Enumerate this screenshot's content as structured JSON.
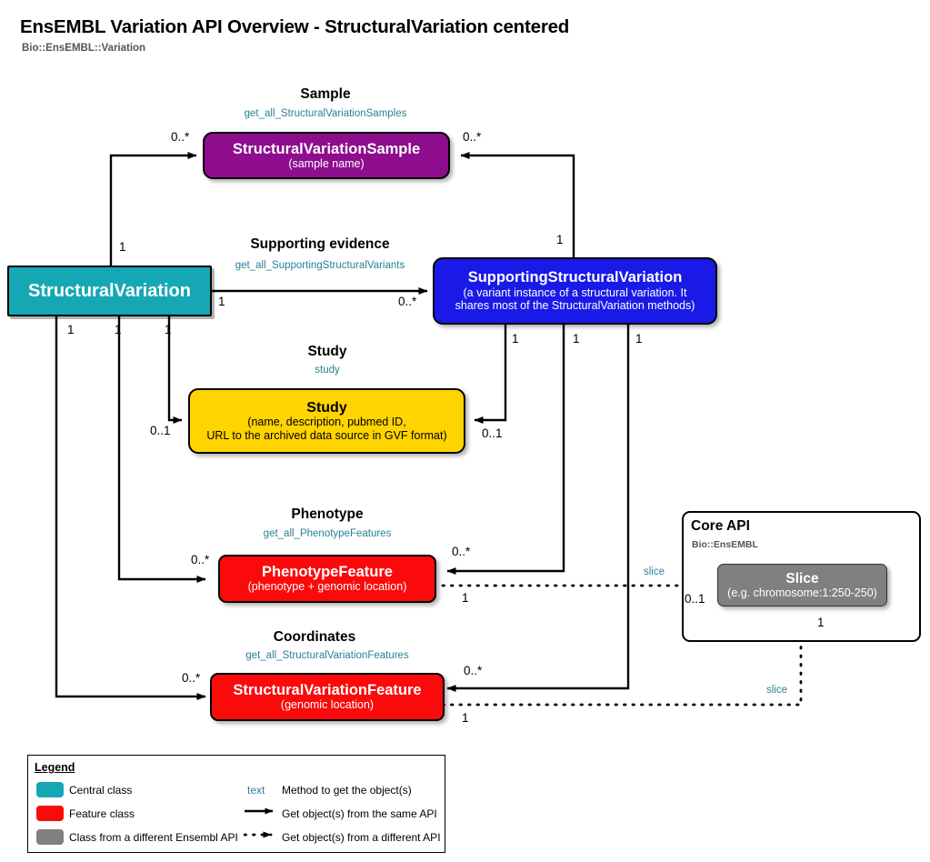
{
  "header": {
    "title": "EnsEMBL Variation API Overview - StructuralVariation centered",
    "subtitle": "Bio::EnsEMBL::Variation"
  },
  "sections": [
    {
      "id": "sample",
      "title": "Sample",
      "method": "get_all_StructuralVariationSamples"
    },
    {
      "id": "supporting",
      "title": "Supporting evidence",
      "method": "get_all_SupportingStructuralVariants"
    },
    {
      "id": "study",
      "title": "Study",
      "method": "study"
    },
    {
      "id": "phenotype",
      "title": "Phenotype",
      "method": "get_all_PhenotypeFeatures"
    },
    {
      "id": "coordinates",
      "title": "Coordinates",
      "method": "get_all_StructuralVariationFeatures"
    }
  ],
  "nodes": {
    "structural_variation": {
      "name": "StructuralVariation",
      "detail": ""
    },
    "structural_variation_sample": {
      "name": "StructuralVariationSample",
      "detail": "(sample name)"
    },
    "supporting_structural_variation": {
      "name": "SupportingStructuralVariation",
      "detail_line1": "(a variant instance of a structural variation. It",
      "detail_line2": "shares most of the StructuralVariation methods)"
    },
    "study": {
      "name": "Study",
      "detail_line1": "(name, description, pubmed ID,",
      "detail_line2": "URL to the archived data source in GVF format)"
    },
    "phenotype_feature": {
      "name": "PhenotypeFeature",
      "detail": "(phenotype + genomic location)"
    },
    "structural_variation_feature": {
      "name": "StructuralVariationFeature",
      "detail": "(genomic location)"
    },
    "slice": {
      "name": "Slice",
      "detail": "(e.g. chromosome:1:250-250)"
    }
  },
  "core_api": {
    "title": "Core API",
    "subtitle": "Bio::EnsEMBL"
  },
  "cardinalities": {
    "sv_to_sample_target": "0..*",
    "sv_to_sample_source": "1",
    "ssv_to_sample_target": "0..*",
    "ssv_to_sample_source": "1",
    "sv_to_ssv_source": "1",
    "sv_to_ssv_target": "0..*",
    "sv_to_study_source": "1",
    "sv_to_study_target": "0..1",
    "ssv_to_study_source": "1",
    "ssv_to_study_target": "0..1",
    "sv_to_pf_source": "1",
    "sv_to_pf_target": "0..*",
    "ssv_to_pf_source": "1",
    "ssv_to_pf_target": "0..*",
    "sv_to_svf_source": "1",
    "sv_to_svf_target": "0..*",
    "ssv_to_svf_source": "1",
    "ssv_to_svf_target": "0..*",
    "pf_to_slice_source": "1",
    "pf_to_slice_target": "0..1",
    "svf_to_slice_source": "1",
    "svf_to_slice_target": "1"
  },
  "slice_labels": {
    "phenotype_slice": "slice",
    "coordinates_slice": "slice"
  },
  "legend": {
    "title": "Legend",
    "swatches": [
      {
        "color": "#15A8B4",
        "label": "Central class"
      },
      {
        "color": "#FA0A0A",
        "label": "Feature class"
      },
      {
        "color": "#808080",
        "label": "Class from a different Ensembl API"
      }
    ],
    "symbols": [
      {
        "icon": "text-sample",
        "sample": "text",
        "label": "Method to get the object(s)"
      },
      {
        "icon": "solid-arrow-icon",
        "sample": "",
        "label": "Get object(s) from the same API"
      },
      {
        "icon": "dotted-arrow-icon",
        "sample": "",
        "label": "Get object(s) from a different API"
      }
    ]
  },
  "colors": {
    "central": "#15A8B4",
    "sample": "#8E0C8E",
    "supporting": "#1A1AE8",
    "study": "#FFD400",
    "feature": "#FA0A0A",
    "slice": "#808080",
    "method_text": "#2b7f96"
  }
}
